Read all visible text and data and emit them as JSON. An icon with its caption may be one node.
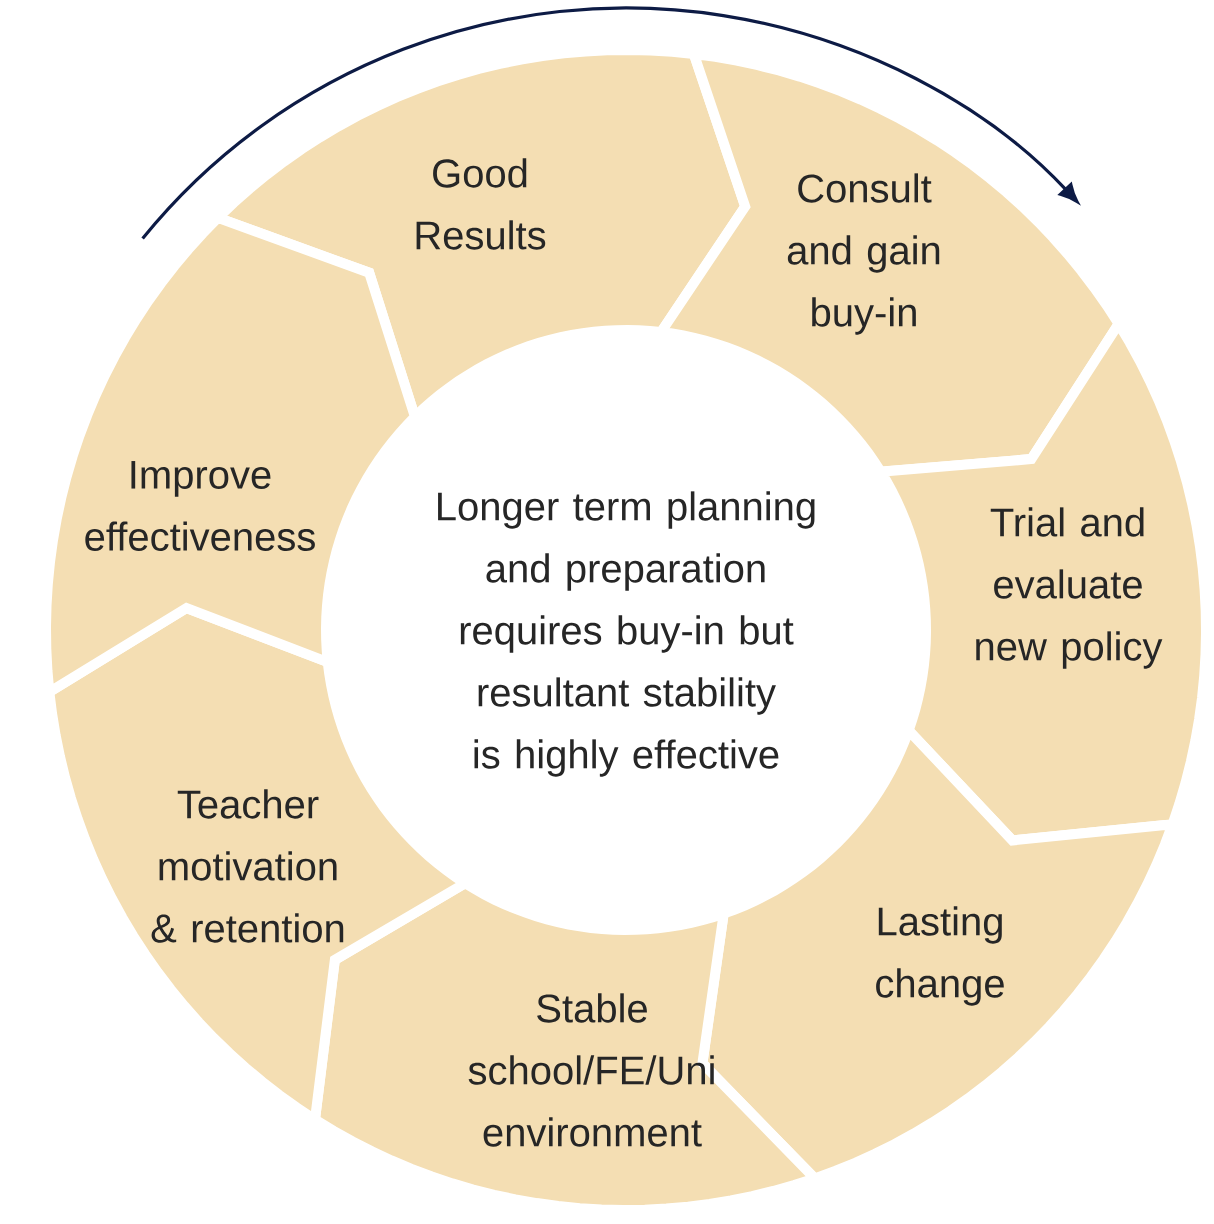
{
  "diagram": {
    "nodes": [
      {
        "text": [
          "Good Results"
        ]
      },
      {
        "text": [
          "Consult and gain buy-in"
        ]
      },
      {
        "text": [
          "Trial and evaluate new policy"
        ]
      },
      {
        "text": [
          "Lasting change"
        ]
      },
      {
        "text": [
          "Stable school/FE/Uni environment"
        ]
      },
      {
        "text": [
          "Teacher motivation & retention"
        ]
      },
      {
        "text": [
          "Improve effectiveness"
        ]
      },
      {
        "text": [
          "Longer term planning and preparation requires buy-in but resultant stability is highly effective"
        ]
      }
    ]
  }
}
